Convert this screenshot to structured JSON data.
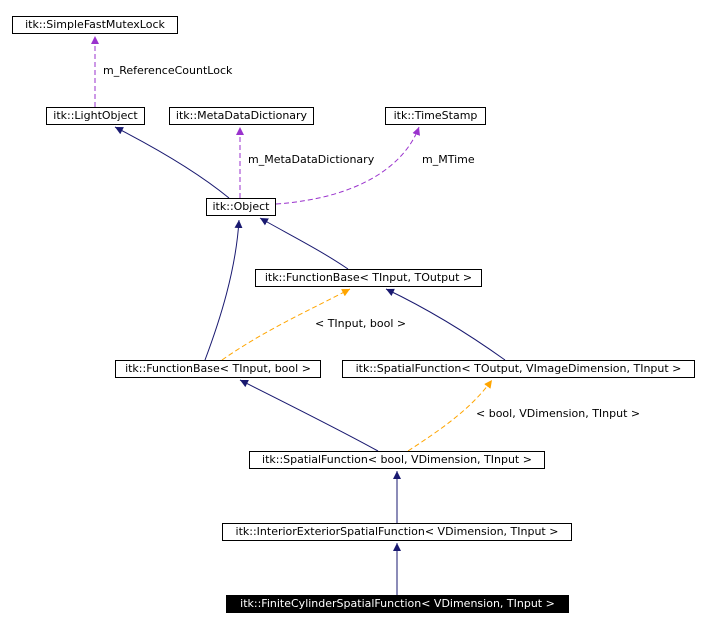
{
  "diagram": {
    "nodes": {
      "simple_fast_mutex_lock": "itk::SimpleFastMutexLock",
      "light_object": "itk::LightObject",
      "meta_data_dictionary": "itk::MetaDataDictionary",
      "time_stamp": "itk::TimeStamp",
      "object": "itk::Object",
      "function_base_toutput": "itk::FunctionBase< TInput, TOutput >",
      "function_base_bool": "itk::FunctionBase< TInput, bool >",
      "spatial_function_toutput": "itk::SpatialFunction< TOutput, VImageDimension, TInput >",
      "spatial_function_bool": "itk::SpatialFunction< bool, VDimension, TInput >",
      "interior_exterior_spatial_function": "itk::InteriorExteriorSpatialFunction< VDimension, TInput >",
      "finite_cylinder_spatial_function": "itk::FiniteCylinderSpatialFunction< VDimension, TInput >"
    },
    "edge_labels": {
      "reference_count_lock": "m_ReferenceCountLock",
      "meta_data_dictionary": "m_MetaDataDictionary",
      "mtime": "m_MTime",
      "tinput_bool": "< TInput, bool >",
      "bool_vdimension_tinput": "< bool, VDimension, TInput >"
    },
    "colors": {
      "inheritance": "#191970",
      "usage": "#9a32cd",
      "template": "#ffa500",
      "current_node_fill": "#000000"
    }
  }
}
